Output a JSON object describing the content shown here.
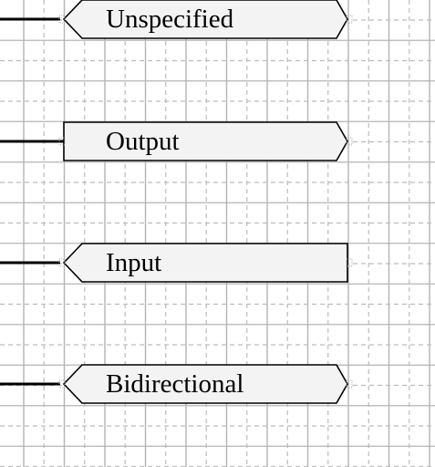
{
  "title": "",
  "colors": {
    "background": "#ffffff",
    "grid_solid": "#b4b4b4",
    "grid_dashed": "#bcbcbc",
    "port_fill": "#f3f3f3",
    "port_stroke": "#000000",
    "wire": "#000000",
    "pin_dot": "#b0b0b0"
  },
  "ports": [
    {
      "label": "Unspecified",
      "direction": "unspecified",
      "left_arrow": true,
      "right_arrow": true
    },
    {
      "label": "Output",
      "direction": "output",
      "left_arrow": false,
      "right_arrow": true
    },
    {
      "label": "Input",
      "direction": "input",
      "left_arrow": true,
      "right_arrow": false
    },
    {
      "label": "Bidirectional",
      "direction": "bidirectional",
      "left_arrow": true,
      "right_arrow": true
    }
  ]
}
